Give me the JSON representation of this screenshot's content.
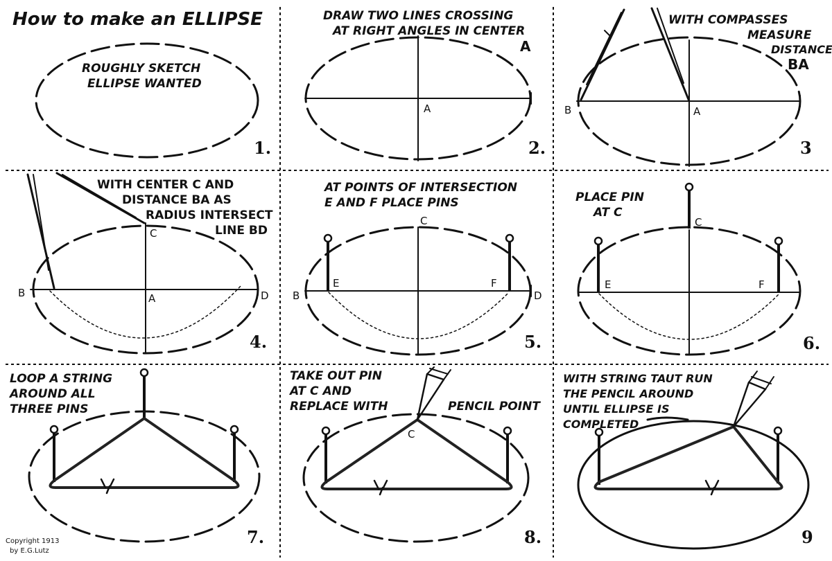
{
  "title": "How to make an ELLIPSE",
  "copyright": {
    "line1": "Copyright 1913",
    "line2": "by E.G.Lutz"
  },
  "panels": [
    {
      "number": "1.",
      "caption": [
        "ROUGHLY SKETCH",
        "ELLIPSE WANTED"
      ]
    },
    {
      "number": "2.",
      "caption": [
        "DRAW TWO LINES CROSSING",
        "AT RIGHT ANGLES IN CENTER"
      ],
      "big_label": "A",
      "labels": [
        "A"
      ]
    },
    {
      "number": "3",
      "caption": [
        "WITH COMPASSES",
        "MEASURE",
        "DISTANCE"
      ],
      "big_label": "BA",
      "labels": [
        "B",
        "A"
      ]
    },
    {
      "number": "4.",
      "caption": [
        "WITH CENTER C AND",
        "DISTANCE BA AS",
        "RADIUS INTERSECT",
        "LINE BD"
      ],
      "labels": [
        "C",
        "B",
        "A",
        "D"
      ]
    },
    {
      "number": "5.",
      "caption": [
        "AT POINTS OF INTERSECTION",
        "E AND F PLACE PINS"
      ],
      "labels": [
        "C",
        "B",
        "E",
        "F",
        "D"
      ]
    },
    {
      "number": "6.",
      "caption": [
        "PLACE PIN",
        "AT C"
      ],
      "labels": [
        "C",
        "E",
        "F"
      ]
    },
    {
      "number": "7.",
      "caption": [
        "LOOP A STRING",
        "AROUND ALL",
        "THREE PINS"
      ]
    },
    {
      "number": "8.",
      "caption": [
        "TAKE OUT PIN",
        "AT C AND",
        "REPLACE WITH",
        "PENCIL POINT"
      ],
      "labels": [
        "C"
      ]
    },
    {
      "number": "9",
      "caption": [
        "WITH STRING TAUT RUN",
        "THE PENCIL AROUND",
        "UNTIL ELLIPSE IS",
        "COMPLETED"
      ]
    }
  ]
}
